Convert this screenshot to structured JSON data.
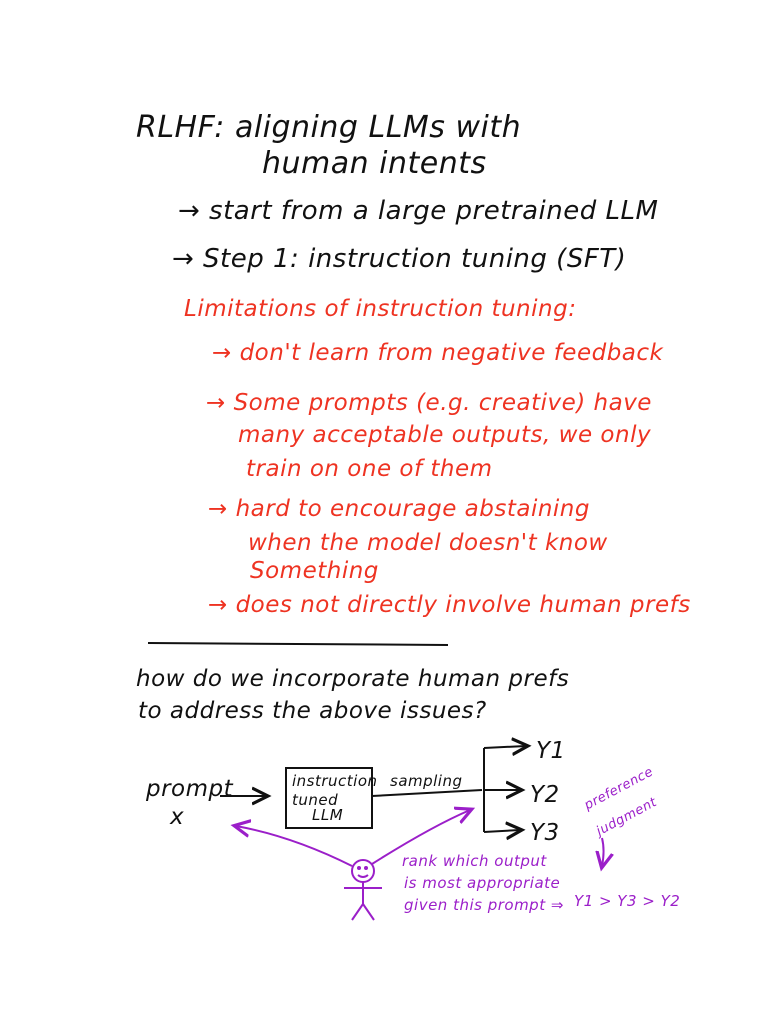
{
  "title": {
    "line1": "RLHF: aligning LLMs with",
    "line2": "human intents"
  },
  "steps": [
    "→ start from a large pretrained LLM",
    "→ Step 1: instruction tuning (SFT)"
  ],
  "limitations": {
    "heading": "Limitations of instruction tuning:",
    "items": [
      "→ don't learn from negative feedback",
      "→ Some prompts (e.g. creative) have",
      "many acceptable outputs, we only",
      "train on one of them",
      "→ hard to encourage abstaining",
      "when the model doesn't know",
      "Something",
      "→ does not directly involve human prefs"
    ]
  },
  "question": {
    "line1": "how do we incorporate human prefs",
    "line2": "to address the above issues?"
  },
  "diagram": {
    "prompt_label": "prompt",
    "prompt_var": "x",
    "model_box": [
      "instruction",
      "tuned",
      "LLM"
    ],
    "sampling_label": "sampling",
    "outputs": [
      "Y1",
      "Y2",
      "Y3"
    ],
    "rank_text": [
      "rank which output",
      "is most appropriate",
      "given this prompt ⇒"
    ],
    "ranking": "Y1 > Y3 > Y2",
    "preference_label": [
      "preference",
      "judgment"
    ]
  },
  "colors": {
    "black_ink": "#111111",
    "red_ink": "#ee3322",
    "purple_ink": "#9b1fc9"
  }
}
